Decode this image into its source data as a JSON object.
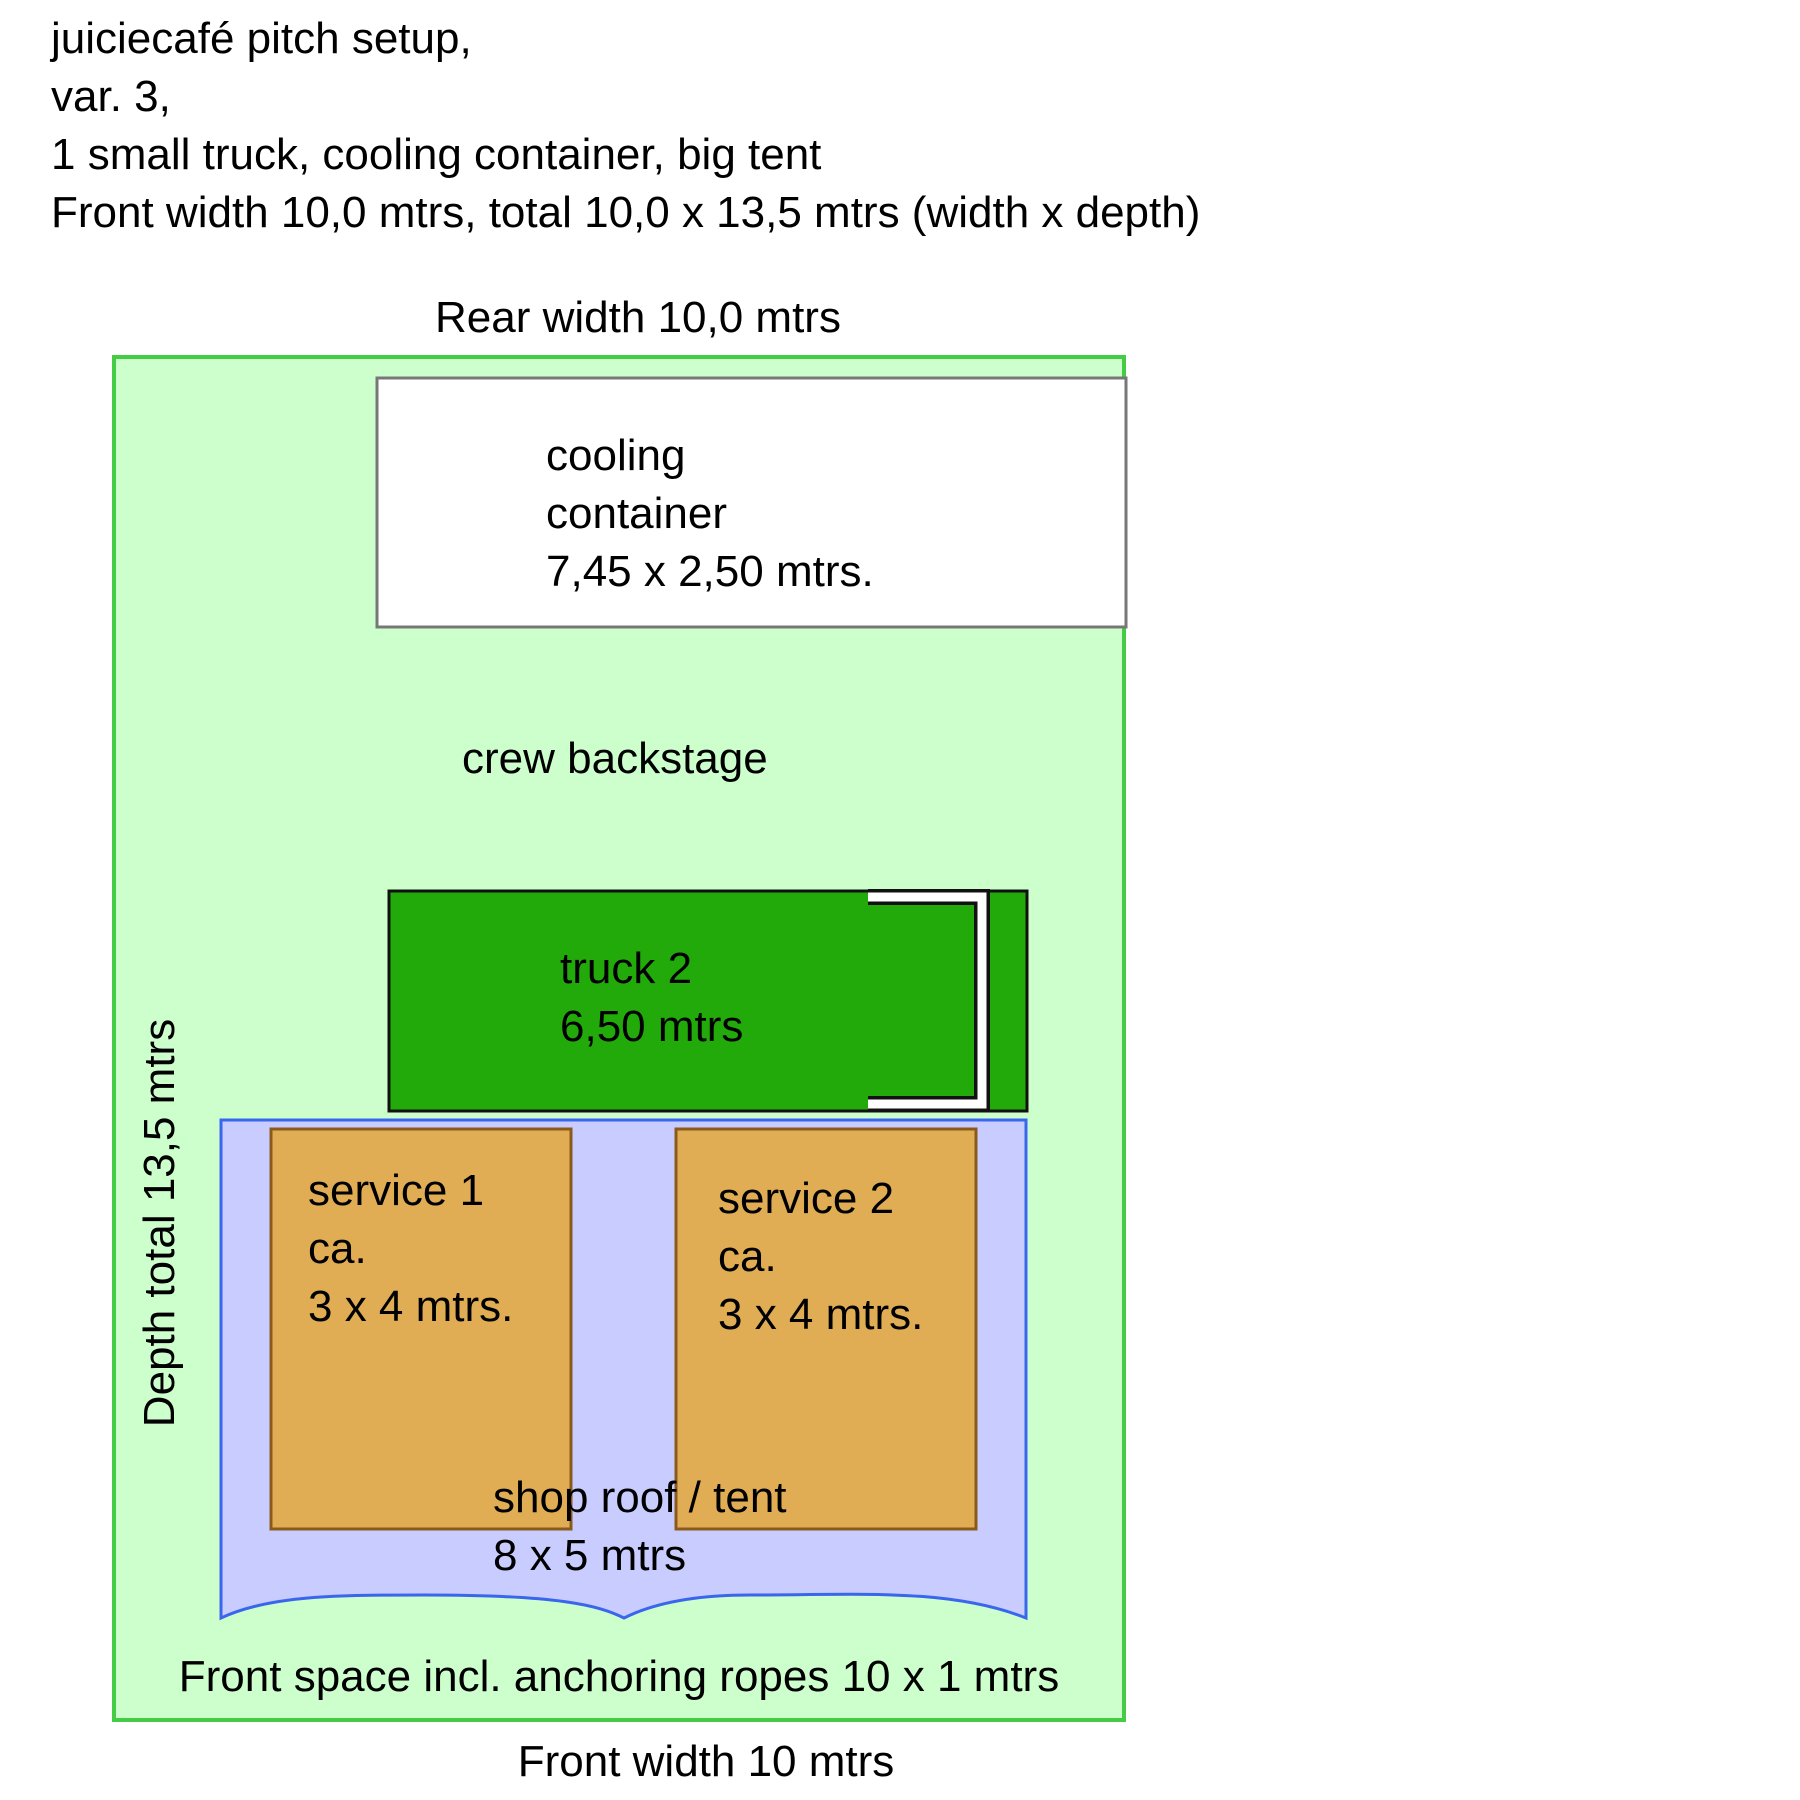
{
  "header": {
    "lines": [
      "juiciecafé pitch setup,",
      "var. 3,",
      "1 small truck, cooling container, big tent",
      "Front width 10,0 mtrs, total 10,0 x 13,5 mtrs (width x depth)"
    ]
  },
  "dimensions": {
    "rear_width": "Rear width 10,0 mtrs",
    "front_width": "Front width 10 mtrs",
    "depth_total": "Depth total 13,5 mtrs"
  },
  "areas": {
    "pitch": {
      "front_space": "Front space incl. anchoring ropes 10 x 1 mtrs"
    },
    "cooling_container": {
      "lines": [
        "cooling",
        "container",
        "7,45 x 2,50 mtrs."
      ]
    },
    "crew_backstage": {
      "label": "crew backstage"
    },
    "truck": {
      "lines": [
        "truck 2",
        "6,50 mtrs"
      ]
    },
    "tent": {
      "lines": [
        "shop roof / tent",
        "8 x 5 mtrs"
      ]
    },
    "service_1": {
      "lines": [
        "service 1",
        "ca.",
        "3 x 4 mtrs."
      ]
    },
    "service_2": {
      "lines": [
        "service 2",
        "ca.",
        "3 x 4 mtrs."
      ]
    }
  },
  "colors": {
    "pitch_fill": "#ccffcc",
    "pitch_stroke": "#44cc44",
    "container_fill": "#ffffff",
    "container_stroke": "#777777",
    "truck_fill": "#22aa0a",
    "truck_stroke": "#111111",
    "tent_fill": "#c8ccff",
    "tent_stroke": "#3a66ee",
    "service_fill": "#e0ad54",
    "service_stroke": "#8a5a1a"
  }
}
